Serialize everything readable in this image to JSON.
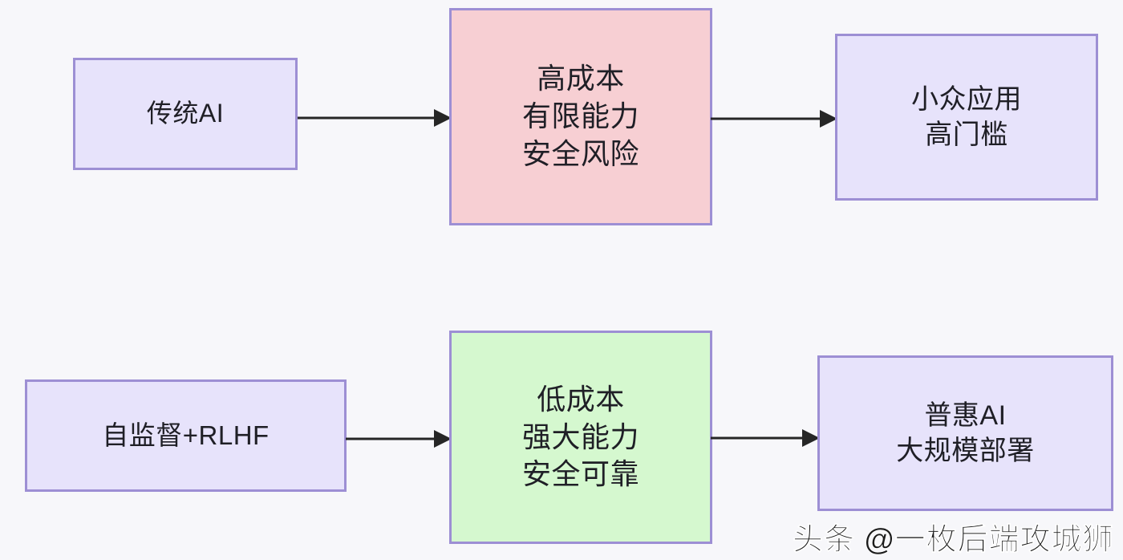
{
  "diagram": {
    "background_color": "#f7f7fa",
    "border_color": "#9d8fd4",
    "nodes": [
      {
        "id": "traditional-ai",
        "fill": "#e7e3fb",
        "lines": [
          "传统AI"
        ]
      },
      {
        "id": "traditional-problems",
        "fill": "#f7cfd3",
        "lines": [
          "高成本",
          "有限能力",
          "安全风险"
        ]
      },
      {
        "id": "traditional-outcome",
        "fill": "#e7e3fb",
        "lines": [
          "小众应用",
          "高门槛"
        ]
      },
      {
        "id": "ssl-rlhf",
        "fill": "#e7e3fb",
        "lines": [
          "自监督+RLHF"
        ]
      },
      {
        "id": "modern-benefits",
        "fill": "#d5f8cf",
        "lines": [
          "低成本",
          "强大能力",
          "安全可靠"
        ]
      },
      {
        "id": "modern-outcome",
        "fill": "#e7e3fb",
        "lines": [
          "普惠AI",
          "大规模部署"
        ]
      }
    ],
    "arrows": [
      {
        "id": "arrow-1",
        "from": "traditional-ai",
        "to": "traditional-problems",
        "style": "solid-filled-head"
      },
      {
        "id": "arrow-2",
        "from": "traditional-problems",
        "to": "traditional-outcome",
        "style": "solid-filled-head"
      },
      {
        "id": "arrow-3",
        "from": "ssl-rlhf",
        "to": "modern-benefits",
        "style": "solid-filled-head"
      },
      {
        "id": "arrow-4",
        "from": "modern-benefits",
        "to": "modern-outcome",
        "style": "solid-filled-head"
      }
    ]
  },
  "watermark": {
    "text": "头条 @一枚后端攻城狮"
  }
}
